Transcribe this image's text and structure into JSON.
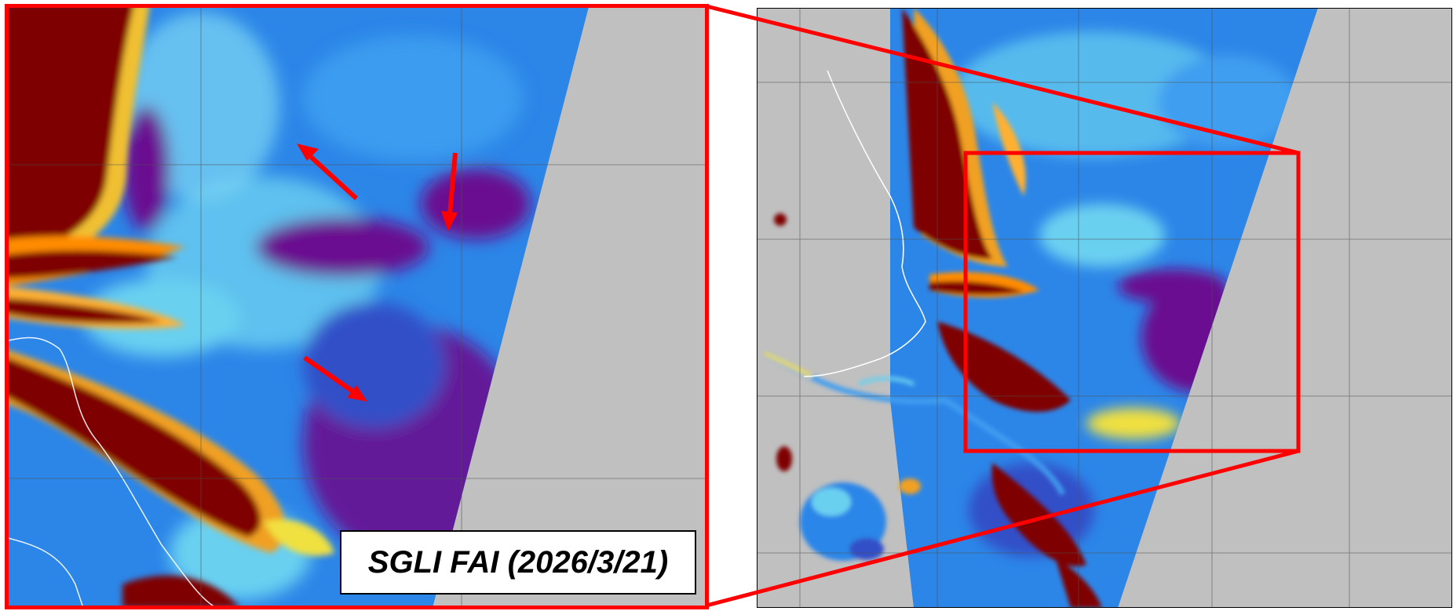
{
  "figure": {
    "label": "SGLI FAI (2026/3/21)"
  },
  "colors": {
    "frame": "#ff0000",
    "land_gray": "#c0c0c0",
    "coast_line": "#ffffff",
    "grid": "#505050",
    "dark_red": "#7f0000",
    "orange": "#ff8c00",
    "yellow": "#f0e040",
    "cyan_light": "#6ad0f0",
    "blue_mid": "#2c86e8",
    "blue_dark": "#3050c8",
    "purple": "#6a0a90"
  },
  "arrows": [
    {
      "name": "arrow-upper-left"
    },
    {
      "name": "arrow-down"
    },
    {
      "name": "arrow-lower-right"
    }
  ]
}
